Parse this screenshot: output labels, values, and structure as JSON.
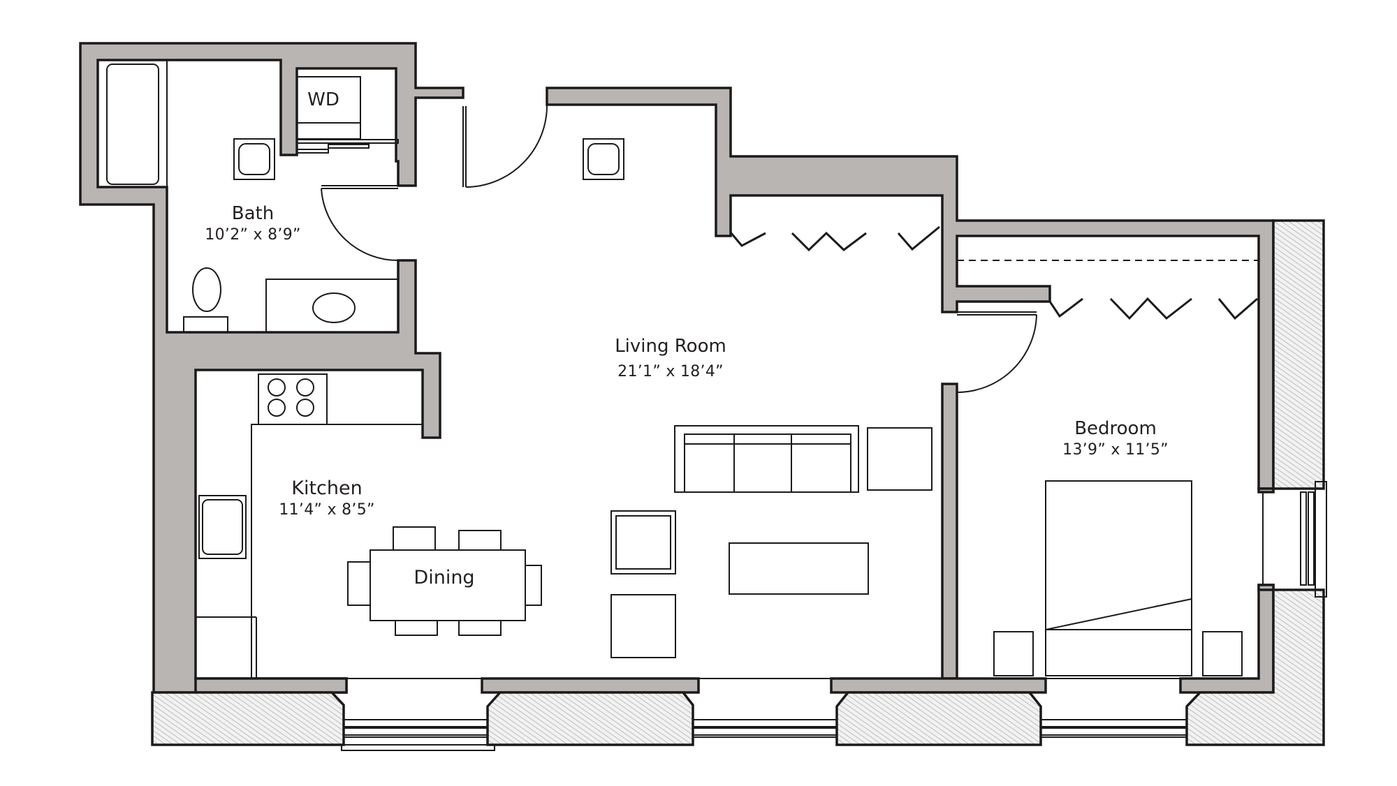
{
  "plan": {
    "colors": {
      "wall_fill": "#b9b5b3",
      "wall_stroke": "#1c1a1a",
      "hatch": "#9d9a98",
      "background": "#ffffff",
      "text": "#231f20"
    }
  },
  "rooms": [
    {
      "id": "bath",
      "name": "Bath",
      "dimensions": "10’2” x 8’9”"
    },
    {
      "id": "living",
      "name": "Living Room",
      "dimensions": "21’1” x 18’4”"
    },
    {
      "id": "kitchen",
      "name": "Kitchen",
      "dimensions": "11’4” x 8’5”"
    },
    {
      "id": "bedroom",
      "name": "Bedroom",
      "dimensions": "13’9” x 11’5”"
    }
  ],
  "fixtures": {
    "washer_dryer": "WD",
    "dining_table": "Dining"
  }
}
